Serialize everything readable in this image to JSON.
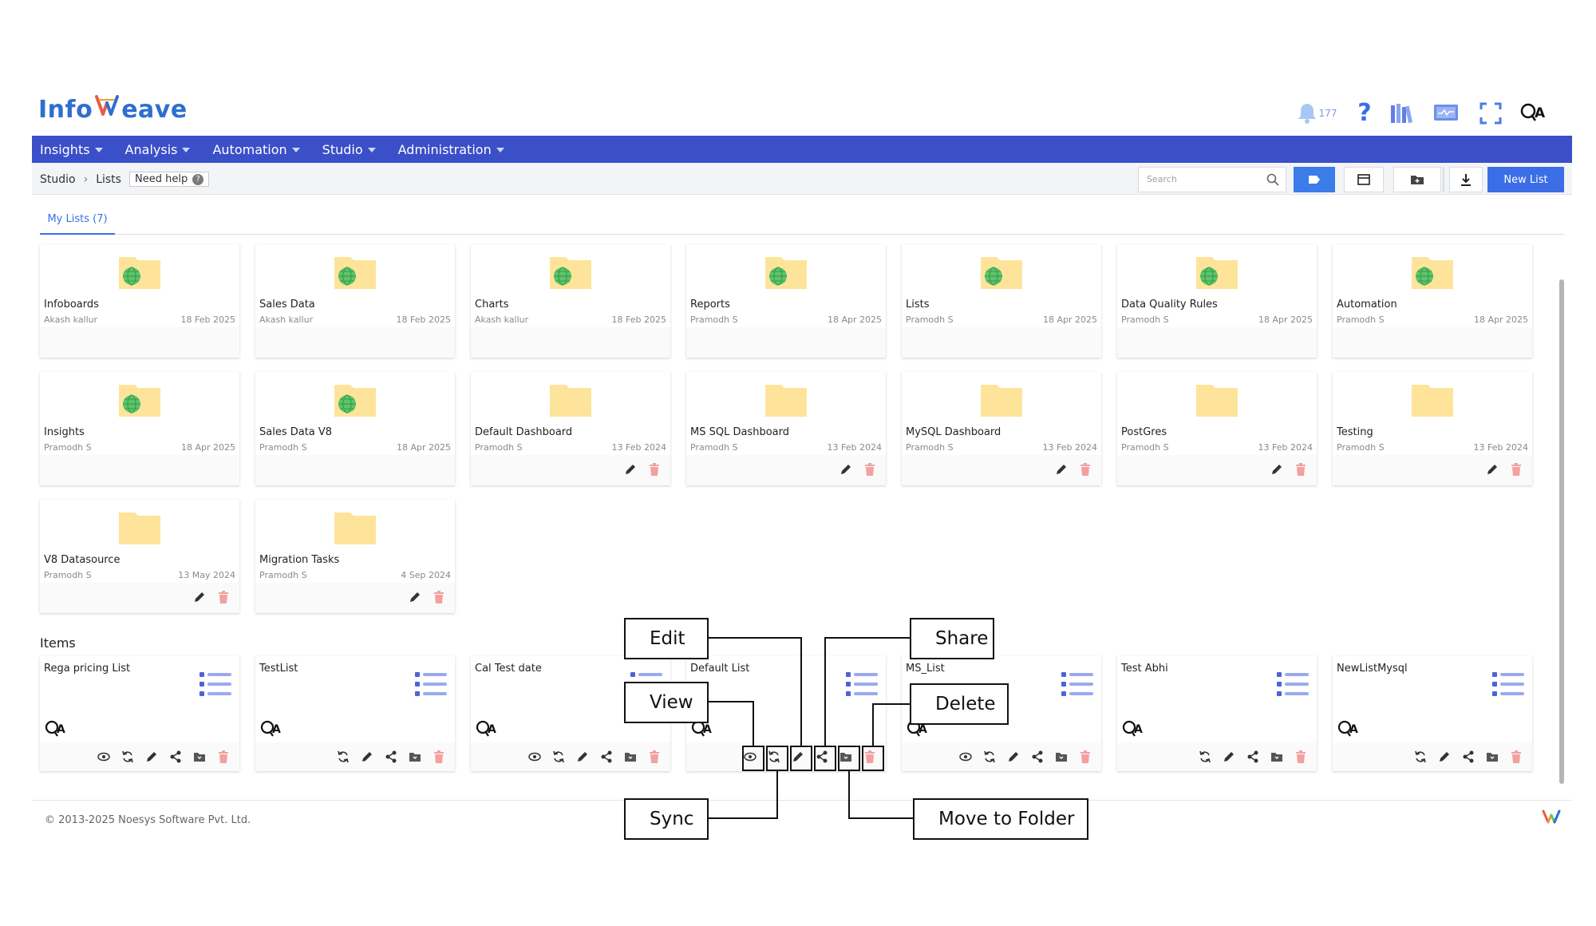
{
  "brand": {
    "name_left": "Info",
    "name_right": "eave"
  },
  "header": {
    "notification_count": "177"
  },
  "nav": {
    "items": [
      {
        "label": "Insights"
      },
      {
        "label": "Analysis"
      },
      {
        "label": "Automation"
      },
      {
        "label": "Studio"
      },
      {
        "label": "Administration"
      }
    ]
  },
  "breadcrumb": {
    "root": "Studio",
    "current": "Lists",
    "help_label": "Need help"
  },
  "toolbar": {
    "search_placeholder": "Search",
    "new_list_label": "New List"
  },
  "tabs": [
    {
      "label": "My Lists (7)"
    }
  ],
  "folders": [
    {
      "name": "Infoboards",
      "owner": "Akash kallur",
      "date": "18 Feb 2025",
      "globe": true,
      "editable": false
    },
    {
      "name": "Sales Data",
      "owner": "Akash kallur",
      "date": "18 Feb 2025",
      "globe": true,
      "editable": false
    },
    {
      "name": "Charts",
      "owner": "Akash kallur",
      "date": "18 Feb 2025",
      "globe": true,
      "editable": false
    },
    {
      "name": "Reports",
      "owner": "Pramodh S",
      "date": "18 Apr 2025",
      "globe": true,
      "editable": false
    },
    {
      "name": "Lists",
      "owner": "Pramodh S",
      "date": "18 Apr 2025",
      "globe": true,
      "editable": false
    },
    {
      "name": "Data Quality Rules",
      "owner": "Pramodh S",
      "date": "18 Apr 2025",
      "globe": true,
      "editable": false
    },
    {
      "name": "Automation",
      "owner": "Pramodh S",
      "date": "18 Apr 2025",
      "globe": true,
      "editable": false
    },
    {
      "name": "Insights",
      "owner": "Pramodh S",
      "date": "18 Apr 2025",
      "globe": true,
      "editable": false
    },
    {
      "name": "Sales Data V8",
      "owner": "Pramodh S",
      "date": "18 Apr 2025",
      "globe": true,
      "editable": false
    },
    {
      "name": "Default Dashboard",
      "owner": "Pramodh S",
      "date": "13 Feb 2024",
      "globe": false,
      "editable": true
    },
    {
      "name": "MS SQL Dashboard",
      "owner": "Pramodh S",
      "date": "13 Feb 2024",
      "globe": false,
      "editable": true
    },
    {
      "name": "MySQL Dashboard",
      "owner": "Pramodh S",
      "date": "13 Feb 2024",
      "globe": false,
      "editable": true
    },
    {
      "name": "PostGres",
      "owner": "Pramodh S",
      "date": "13 Feb 2024",
      "globe": false,
      "editable": true
    },
    {
      "name": "Testing",
      "owner": "Pramodh S",
      "date": "13 Feb 2024",
      "globe": false,
      "editable": true
    },
    {
      "name": "V8 Datasource",
      "owner": "Pramodh S",
      "date": "13 May 2024",
      "globe": false,
      "editable": true
    },
    {
      "name": "Migration Tasks",
      "owner": "Pramodh S",
      "date": "4 Sep 2024",
      "globe": false,
      "editable": true
    }
  ],
  "items_label": "Items",
  "items": [
    {
      "name": "Rega pricing List",
      "actions": [
        "view",
        "sync",
        "edit",
        "share",
        "move",
        "delete"
      ]
    },
    {
      "name": "TestList",
      "actions": [
        "sync",
        "edit",
        "share",
        "move",
        "delete"
      ]
    },
    {
      "name": "Cal Test date",
      "actions": [
        "view",
        "sync",
        "edit",
        "share",
        "move",
        "delete"
      ]
    },
    {
      "name": "Default List",
      "actions": [
        "view",
        "sync",
        "edit",
        "share",
        "move",
        "delete"
      ]
    },
    {
      "name": "MS_List",
      "actions": [
        "view",
        "sync",
        "edit",
        "share",
        "move",
        "delete"
      ]
    },
    {
      "name": "Test Abhi",
      "actions": [
        "sync",
        "edit",
        "share",
        "move",
        "delete"
      ]
    },
    {
      "name": "NewListMysql",
      "actions": [
        "sync",
        "edit",
        "share",
        "move",
        "delete"
      ]
    }
  ],
  "annotations": {
    "edit": "Edit",
    "share": "Share",
    "view": "View",
    "delete": "Delete",
    "sync": "Sync",
    "move_to_folder": "Move to Folder"
  },
  "footer": {
    "copyright": "© 2013-2025 Noesys Software Pvt. Ltd."
  },
  "colors": {
    "nav": "#3b4fc9",
    "primary": "#3b6ee6",
    "folder": "#fde49a",
    "globe": "#5cc46b",
    "delete": "#f2a0a0"
  }
}
